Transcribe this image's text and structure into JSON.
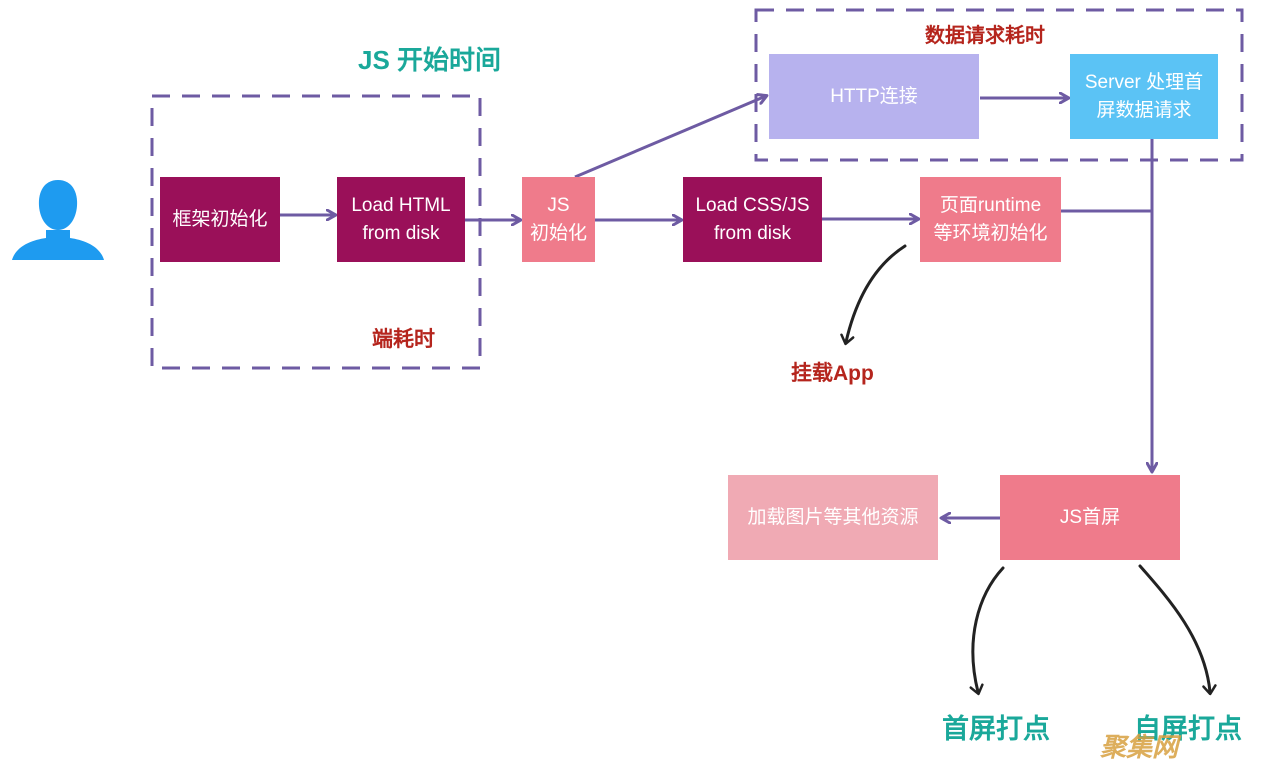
{
  "colors": {
    "dark_magenta": "#9a1059",
    "pink": "#ef7b8b",
    "light_pink": "#f0aab4",
    "lavender": "#b7b2ee",
    "sky_blue": "#5bc3f5",
    "arrow": "#6e5ba3",
    "dash": "#6e5ba3",
    "teal_label": "#1aa89a",
    "red_label": "#b5251d",
    "user_icon": "#1e9bf0"
  },
  "labels": {
    "js_start_time": "JS 开始时间",
    "client_time": "端耗时",
    "data_request_time": "数据请求耗时",
    "mount_app": "挂载App",
    "first_screen_mark": "首屏打点",
    "custom_mark": "自屏打点",
    "watermark": "聚集网"
  },
  "nodes": {
    "framework_init": "框架初始化",
    "load_html": "Load HTML\nfrom disk",
    "js_init": "JS\n初始化",
    "load_css_js": "Load CSS/JS\nfrom disk",
    "runtime_init": "页面runtime\n等环境初始化",
    "http_connect": "HTTP连接",
    "server_process": "Server 处理首\n屏数据请求",
    "js_first_screen": "JS首屏",
    "load_resources": "加载图片等其他资源"
  },
  "icons": {
    "user": "user-icon"
  }
}
